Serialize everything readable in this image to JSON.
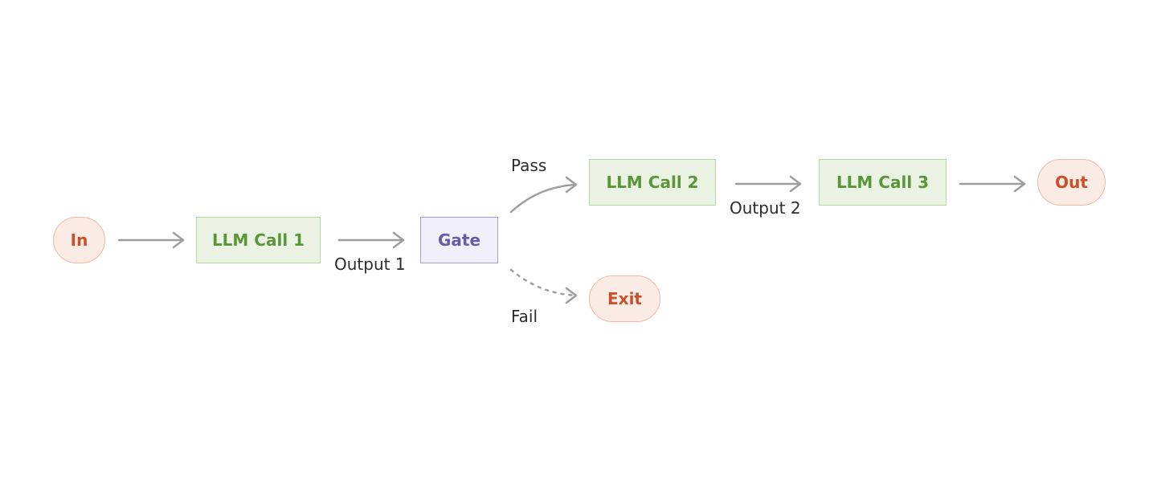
{
  "nodes": {
    "in": "In",
    "llm_call_1": "LLM Call 1",
    "gate": "Gate",
    "llm_call_2": "LLM Call 2",
    "llm_call_3": "LLM Call 3",
    "out": "Out",
    "exit": "Exit"
  },
  "edge_labels": {
    "output_1": "Output 1",
    "pass": "Pass",
    "fail": "Fail",
    "output_2": "Output 2"
  },
  "colors": {
    "terminal_fill": "#fbebe5",
    "terminal_border": "#f0b7a7",
    "terminal_text": "#c9502a",
    "llm_fill": "#eaf3e3",
    "llm_border": "#b6d89c",
    "llm_text": "#5a9638",
    "gate_fill": "#f1eff9",
    "gate_border": "#a79ad8",
    "gate_text": "#6a5ba8",
    "arrow": "#9e9e9e"
  }
}
